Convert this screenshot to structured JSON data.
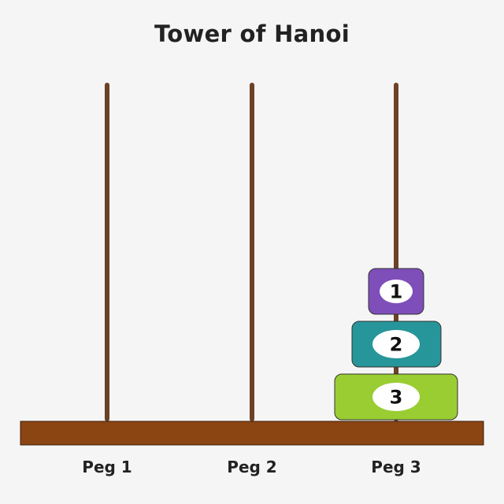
{
  "game": {
    "title": "Tower of Hanoi",
    "peg_color": "#6b4226",
    "base_color": "#8b4513",
    "pegs": [
      {
        "label": "Peg 1",
        "disks": []
      },
      {
        "label": "Peg 2",
        "disks": []
      },
      {
        "label": "Peg 3",
        "disks": [
          3,
          2,
          1
        ]
      }
    ],
    "disks": {
      "1": {
        "label": "1",
        "color": "#7e4fb8"
      },
      "2": {
        "label": "2",
        "color": "#26969a"
      },
      "3": {
        "label": "3",
        "color": "#9acd32"
      }
    }
  }
}
